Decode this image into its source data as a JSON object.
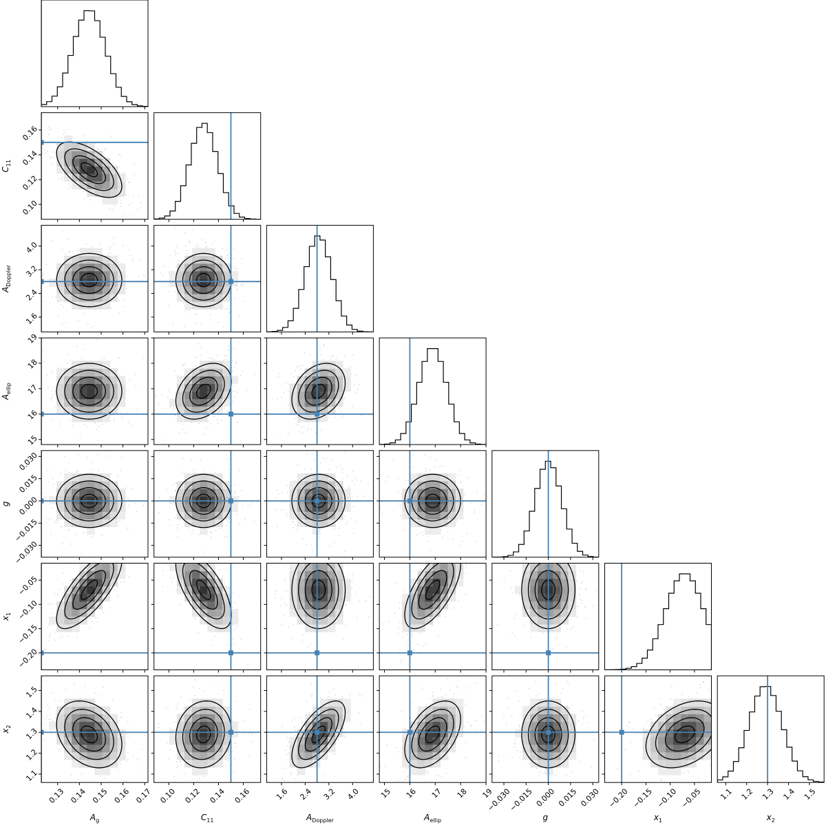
{
  "chart_data": {
    "type": "corner",
    "grid": false,
    "truth_color": "#4682b4",
    "params": [
      {
        "label": "A",
        "sub": "g",
        "truth": 0.1225,
        "range": [
          0.1225,
          0.1715
        ],
        "ticks": [
          0.13,
          0.14,
          0.15,
          0.16,
          0.17
        ],
        "tick_labels": [
          "0.13",
          "0.14",
          "0.15",
          "0.16",
          "0.17"
        ],
        "mean": 0.1445,
        "sd": 0.0075
      },
      {
        "label": "C",
        "sub": "11",
        "truth": 0.15,
        "range": [
          0.088,
          0.174
        ],
        "ticks": [
          0.1,
          0.12,
          0.14,
          0.16
        ],
        "tick_labels": [
          "0.10",
          "0.12",
          "0.14",
          "0.16"
        ],
        "mean": 0.128,
        "sd": 0.0112
      },
      {
        "label": "A",
        "sub": "Doppler",
        "truth": 2.8,
        "range": [
          1.1,
          4.7
        ],
        "ticks": [
          1.6,
          2.4,
          3.2,
          4.0
        ],
        "tick_labels": [
          "1.6",
          "2.4",
          "3.2",
          "4.0"
        ],
        "mean": 2.85,
        "sd": 0.45
      },
      {
        "label": "A",
        "sub": "ellip",
        "truth": 16.0,
        "range": [
          14.8,
          19.0
        ],
        "ticks": [
          15,
          16,
          17,
          18,
          19
        ],
        "tick_labels": [
          "15",
          "16",
          "17",
          "18",
          "19"
        ],
        "mean": 16.9,
        "sd": 0.55
      },
      {
        "label": "g",
        "sub": "",
        "truth": 0.0,
        "range": [
          -0.038,
          0.034
        ],
        "ticks": [
          -0.03,
          -0.015,
          0.0,
          0.015,
          0.03
        ],
        "tick_labels": [
          "−0.030",
          "−0.015",
          "0.000",
          "0.015",
          "0.030"
        ],
        "mean": 0.0,
        "sd": 0.009
      },
      {
        "label": "x",
        "sub": "1",
        "truth": -0.2,
        "range": [
          -0.235,
          -0.015
        ],
        "ticks": [
          -0.2,
          -0.15,
          -0.1,
          -0.05
        ],
        "tick_labels": [
          "−0.20",
          "−0.15",
          "−0.10",
          "−0.05"
        ],
        "mean": -0.07,
        "sd": 0.04
      },
      {
        "label": "x",
        "sub": "2",
        "truth": 1.3,
        "range": [
          1.06,
          1.57
        ],
        "ticks": [
          1.1,
          1.2,
          1.3,
          1.4,
          1.5
        ],
        "tick_labels": [
          "1.1",
          "1.2",
          "1.3",
          "1.4",
          "1.5"
        ],
        "mean": 1.29,
        "sd": 0.08
      }
    ],
    "correlations": [
      [
        1.0,
        -0.6,
        0.0,
        0.0,
        0.0,
        0.75,
        -0.3
      ],
      [
        -0.6,
        1.0,
        0.0,
        0.35,
        0.0,
        -0.65,
        0.1
      ],
      [
        0.0,
        0.0,
        1.0,
        0.3,
        0.0,
        0.0,
        0.65
      ],
      [
        0.0,
        0.35,
        0.3,
        1.0,
        0.0,
        0.65,
        0.45
      ],
      [
        0.0,
        0.0,
        0.0,
        0.0,
        1.0,
        0.0,
        0.0
      ],
      [
        0.75,
        -0.65,
        0.0,
        0.65,
        0.0,
        1.0,
        0.35
      ],
      [
        -0.3,
        0.1,
        0.65,
        0.45,
        0.0,
        0.35,
        1.0
      ]
    ]
  }
}
